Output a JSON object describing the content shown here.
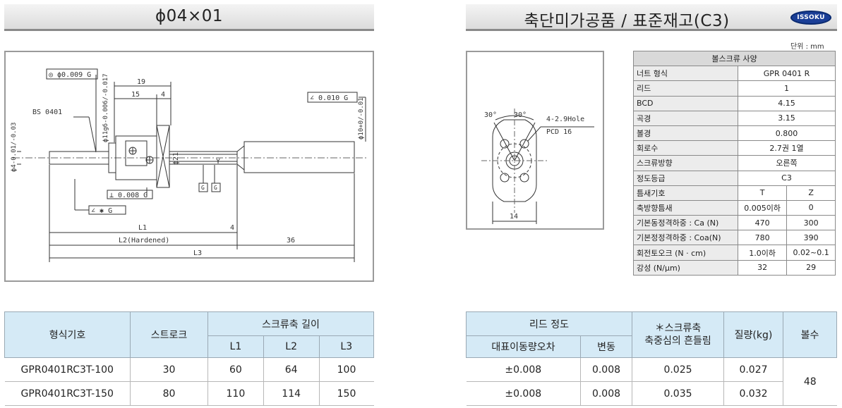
{
  "left_header": {
    "title": "ϕ04×01"
  },
  "right_header": {
    "title": "축단미가공품 / 표준재고(C3)",
    "logo_text": "ISSOKU"
  },
  "unit_label": "단위 : mm",
  "drawing": {
    "labels": {
      "runout_top": "◎ ϕ0.009 G",
      "dim_19": "19",
      "dim_15": "15",
      "dim_4a": "4",
      "bs": "BS 0401",
      "fit": "ϕ11g6-0.006/-0.017",
      "shaft_dia": "ϕ4-0.01/-0.03",
      "flange_dia": "ϕ21",
      "right_dia": "ϕ10+0/-0.01",
      "parallel_right": "∠ 0.010 G",
      "box_g": "G",
      "perp": "⊥ 0.008 G",
      "star": "∠ ✱ G",
      "l1": "L1",
      "dim_4b": "4",
      "l2": "L2(Hardened)",
      "dim_36": "36",
      "l3": "L3",
      "y_mark": "Y",
      "g_mark": "G"
    }
  },
  "flange": {
    "angle_left": "30°",
    "angle_right": "30°",
    "hole": "4-2.9Hole",
    "pcd": "PCD 16",
    "width": "14"
  },
  "spec_table": {
    "title": "볼스크류 사양",
    "rows": [
      {
        "label": "너트 형식",
        "values": [
          "GPR 0401 R"
        ]
      },
      {
        "label": "리드",
        "values": [
          "1"
        ]
      },
      {
        "label": "BCD",
        "values": [
          "4.15"
        ]
      },
      {
        "label": "곡경",
        "values": [
          "3.15"
        ]
      },
      {
        "label": "볼경",
        "values": [
          "0.800"
        ]
      },
      {
        "label": "회로수",
        "values": [
          "2.7권 1열"
        ]
      },
      {
        "label": "스크류방향",
        "values": [
          "오른쪽"
        ]
      },
      {
        "label": "정도등급",
        "values": [
          "C3"
        ]
      },
      {
        "label": "틈새기호",
        "values": [
          "T",
          "Z"
        ]
      },
      {
        "label": "축방향틈새",
        "values": [
          "0.005이하",
          "0"
        ]
      },
      {
        "label": "기본동정격하중 : Ca (N)",
        "values": [
          "470",
          "300"
        ]
      },
      {
        "label": "기본정정격하중 : Coa(N)",
        "values": [
          "780",
          "390"
        ]
      },
      {
        "label": "회전토오크 (N · cm)",
        "values": [
          "1.0이하",
          "0.02~0.1"
        ]
      },
      {
        "label": "강성 (N/μm)",
        "values": [
          "32",
          "29"
        ]
      }
    ]
  },
  "model_table": {
    "headers": {
      "model": "형식기호",
      "stroke": "스트로크",
      "length": "스크류축 길이",
      "l1": "L1",
      "l2": "L2",
      "l3": "L3"
    },
    "rows": [
      {
        "model": "GPR0401RC3T-100",
        "stroke": "30",
        "l1": "60",
        "l2": "64",
        "l3": "100"
      },
      {
        "model": "GPR0401RC3T-150",
        "stroke": "80",
        "l1": "110",
        "l2": "114",
        "l3": "150"
      }
    ]
  },
  "lead_table": {
    "headers": {
      "lead": "리드 정도",
      "rep": "대표이동량오차",
      "var": "변동",
      "runout": "＊스크류축\n축중심의 흔들림",
      "mass": "질량(kg)",
      "count": "볼수"
    },
    "rows": [
      {
        "rep": "±0.008",
        "var": "0.008",
        "runout": "0.025",
        "mass": "0.027"
      },
      {
        "rep": "±0.008",
        "var": "0.008",
        "runout": "0.035",
        "mass": "0.032"
      }
    ],
    "ball_count": "48"
  }
}
